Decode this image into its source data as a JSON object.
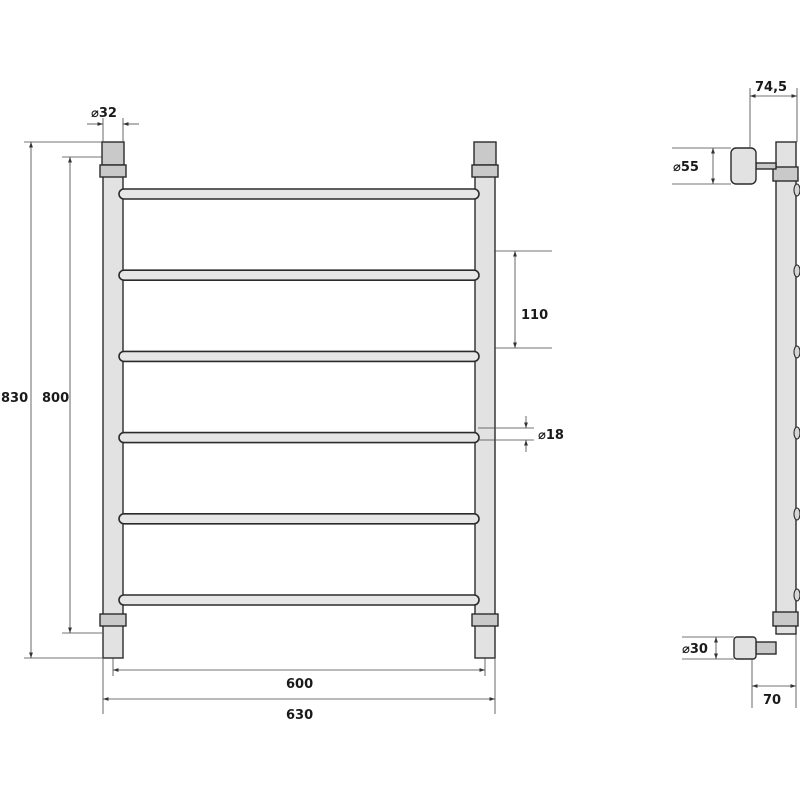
{
  "front_view": {
    "dims": {
      "tube_diameter": "⌀32",
      "total_height": "830",
      "axis_height": "800",
      "bar_pitch": "110",
      "bar_diameter": "⌀18",
      "axis_width": "600",
      "total_width": "630"
    },
    "bar_count": 6
  },
  "side_view": {
    "dims": {
      "depth_top": "74,5",
      "top_fitting_diameter": "⌀55",
      "bottom_fitting_diameter": "⌀30",
      "depth_bottom": "70"
    },
    "bolt_count": 6
  }
}
